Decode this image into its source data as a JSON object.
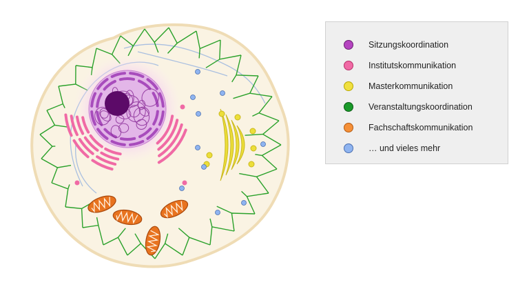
{
  "legend": {
    "items": [
      {
        "label": "Sitzungskoordination",
        "color": "#b544c0",
        "stroke": "#6b1f72",
        "icon": "nucleus-dot"
      },
      {
        "label": "Institutskommunikation",
        "color": "#f06aa5",
        "stroke": "#b83068",
        "icon": "er-dot"
      },
      {
        "label": "Masterkommunikation",
        "color": "#f0e040",
        "stroke": "#b8a800",
        "icon": "golgi-dot"
      },
      {
        "label": "Veranstaltungskoordination",
        "color": "#1a9a2a",
        "stroke": "#0a5a14",
        "icon": "cytoskeleton-dot"
      },
      {
        "label": "Fachschaftskommunikation",
        "color": "#f59038",
        "stroke": "#b45a10",
        "icon": "mitochondria-dot"
      },
      {
        "label": "… und vieles mehr",
        "color": "#8fb4f0",
        "stroke": "#4a6fb0",
        "icon": "vesicle-dot"
      }
    ]
  },
  "colors": {
    "cytoplasm": "#faf3e3",
    "membrane": "#efdcb5",
    "nucleus": "#e3b6e8",
    "nucleolus": "#5c0a68",
    "er": "#f06aa5",
    "golgi": "#ecde3a",
    "mitochondria": "#e8731f",
    "cytoskeleton": "#2aa12a",
    "vesicle": "#8fb4f0"
  }
}
